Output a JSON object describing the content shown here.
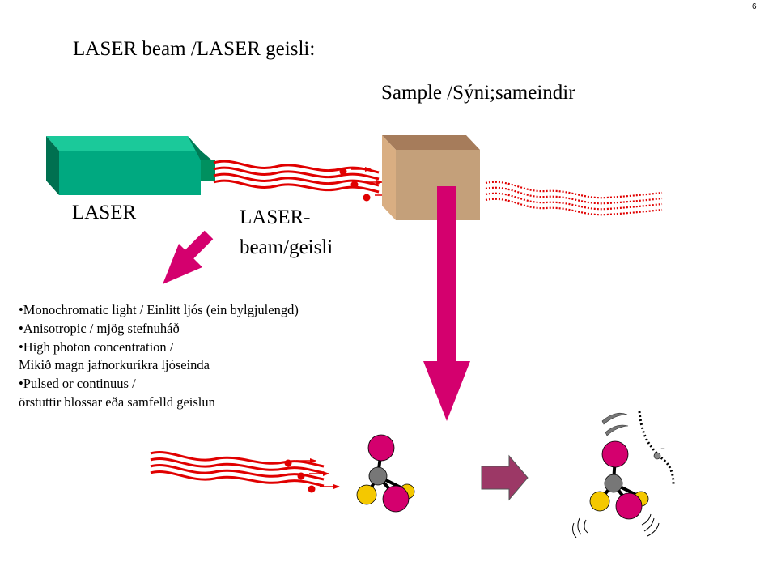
{
  "page_number": "6",
  "title": "LASER beam /LASER geisli:",
  "sample_label": "Sample /Sýni;sameindir",
  "laser_label": "LASER",
  "beam_label_line1": "LASER-",
  "beam_label_line2": "beam/geisli",
  "bullets": [
    {
      "line1": "•Monochromatic light / Einlitt ljós (ein bylgjulengd)",
      "line2": ""
    },
    {
      "line1": "•Anisotropic / mjög stefnuháð",
      "line2": ""
    },
    {
      "line1": "•High photon concentration /",
      "line2": "Mikið magn jafnorkuríkra ljóseinda"
    },
    {
      "line1": "•Pulsed or continuus /",
      "line2": "örstuttir blossar eða samfelld geislun"
    }
  ],
  "electron_charge": "-",
  "colors": {
    "laser_body": "#00a980",
    "laser_top": "#1bc99a",
    "laser_side": "#007050",
    "beam": "#e00000",
    "sample_front": "#c4a07a",
    "sample_top": "#a67c5b",
    "sample_side": "#d9ae82",
    "magenta_arrow": "#d4006e",
    "mauve_arrow": "#9c3866",
    "atom_magenta": "#d4006e",
    "atom_yellow": "#f4c800",
    "atom_gray": "#777777"
  },
  "icons": [
    "laser-device-icon",
    "sample-cube-icon",
    "photon-icon",
    "molecule-icon",
    "reaction-arrow-icon",
    "electron-icon",
    "vibration-icon"
  ]
}
